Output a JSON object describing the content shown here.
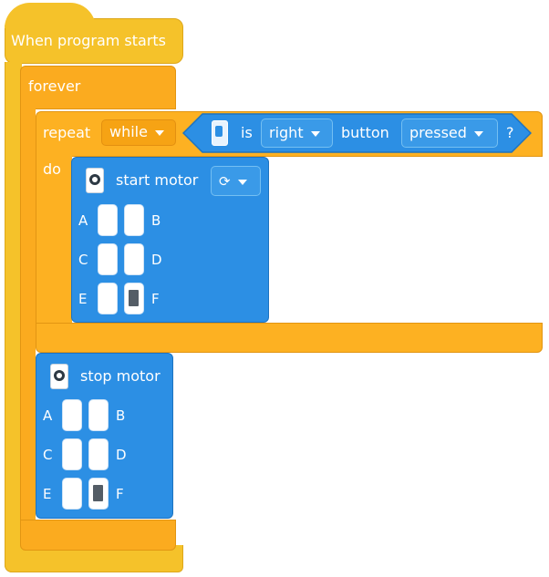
{
  "hat": {
    "label": "When program starts"
  },
  "forever": {
    "label": "forever"
  },
  "repeat": {
    "label": "repeat",
    "mode": "while",
    "do_label": "do",
    "condition": {
      "is_label": "is",
      "side": "right",
      "button_label": "button",
      "state": "pressed",
      "question": "?",
      "icon": "brain-hub-icon"
    }
  },
  "start_motor": {
    "label": "start motor",
    "icon": "motor-icon",
    "direction_icon": "clockwise-rotation-icon",
    "ports": [
      {
        "left": "A",
        "right": "B",
        "left_on": false,
        "right_on": false
      },
      {
        "left": "C",
        "right": "D",
        "left_on": false,
        "right_on": false
      },
      {
        "left": "E",
        "right": "F",
        "left_on": false,
        "right_on": true
      }
    ]
  },
  "stop_motor": {
    "label": "stop motor",
    "icon": "motor-icon",
    "ports": [
      {
        "left": "A",
        "right": "B",
        "left_on": false,
        "right_on": false
      },
      {
        "left": "C",
        "right": "D",
        "left_on": false,
        "right_on": false
      },
      {
        "left": "E",
        "right": "F",
        "left_on": false,
        "right_on": true
      }
    ]
  }
}
